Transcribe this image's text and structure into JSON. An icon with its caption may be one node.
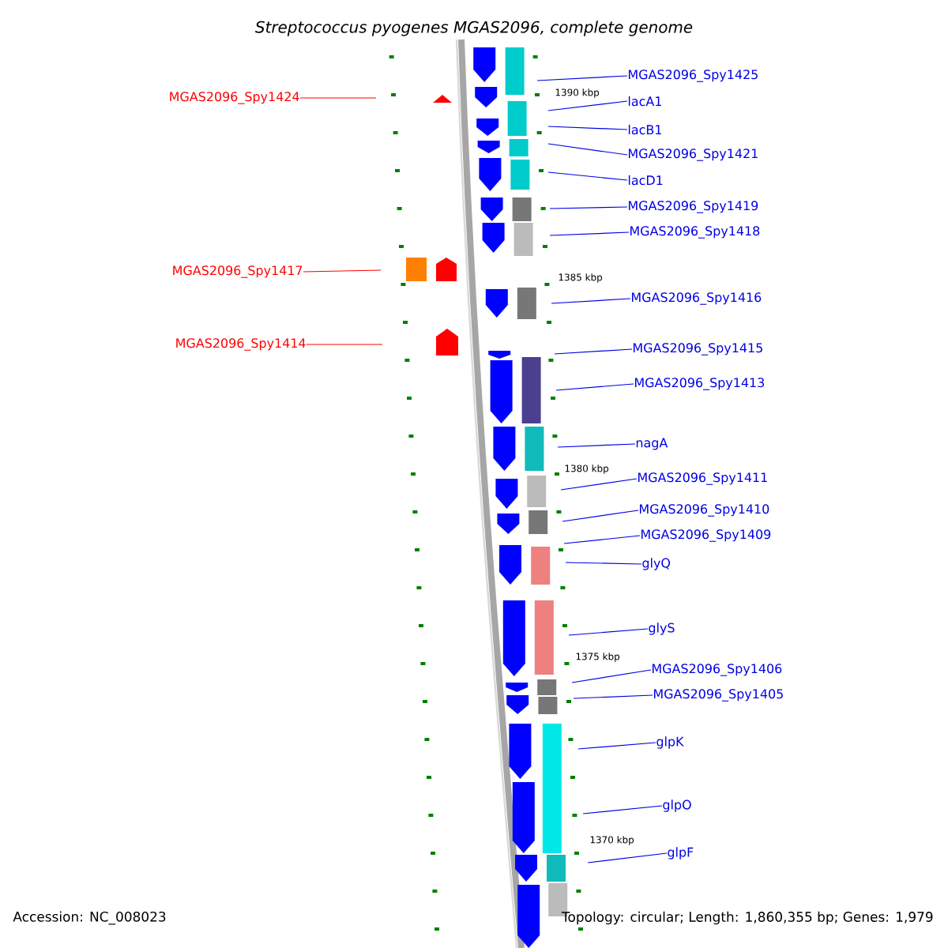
{
  "diagram": {
    "title": "Streptococcus pyogenes MGAS2096, complete genome",
    "nodes": [
      {
        "text": [
          "MGAS2096_Spy1425"
        ]
      },
      {
        "text": [
          "MGAS2096_Spy1424"
        ]
      },
      {
        "text": [
          "lacA1"
        ]
      },
      {
        "text": [
          "lacB1"
        ]
      },
      {
        "text": [
          "MGAS2096_Spy1421"
        ]
      },
      {
        "text": [
          "lacD1"
        ]
      },
      {
        "text": [
          "MGAS2096_Spy1419"
        ]
      },
      {
        "text": [
          "MGAS2096_Spy1418"
        ]
      },
      {
        "text": [
          "MGAS2096_Spy1417"
        ]
      },
      {
        "text": [
          "MGAS2096_Spy1416"
        ]
      },
      {
        "text": [
          "MGAS2096_Spy1414"
        ]
      },
      {
        "text": [
          "MGAS2096_Spy1415"
        ]
      },
      {
        "text": [
          "MGAS2096_Spy1413"
        ]
      },
      {
        "text": [
          "nagA"
        ]
      },
      {
        "text": [
          "MGAS2096_Spy1411"
        ]
      },
      {
        "text": [
          "MGAS2096_Spy1410"
        ]
      },
      {
        "text": [
          "MGAS2096_Spy1409"
        ]
      },
      {
        "text": [
          "glyQ"
        ]
      },
      {
        "text": [
          "glyS"
        ]
      },
      {
        "text": [
          "MGAS2096_Spy1406"
        ]
      },
      {
        "text": [
          "MGAS2096_Spy1405"
        ]
      },
      {
        "text": [
          "glpK"
        ]
      },
      {
        "text": [
          "glpO"
        ]
      },
      {
        "text": [
          "glpF"
        ]
      }
    ],
    "edges": [
      {
        "from": 0,
        "to": null,
        "arrow": "none"
      },
      {
        "from": 1,
        "to": null,
        "arrow": "none",
        "color": "#ff0000"
      },
      {
        "from": 2,
        "to": null,
        "arrow": "none"
      },
      {
        "from": 3,
        "to": null,
        "arrow": "none"
      },
      {
        "from": 4,
        "to": null,
        "arrow": "none"
      },
      {
        "from": 5,
        "to": null,
        "arrow": "none"
      },
      {
        "from": 6,
        "to": null,
        "arrow": "none"
      },
      {
        "from": 7,
        "to": null,
        "arrow": "none"
      },
      {
        "from": 8,
        "to": null,
        "arrow": "none",
        "color": "#ff0000"
      },
      {
        "from": 9,
        "to": null,
        "arrow": "none"
      },
      {
        "from": 10,
        "to": null,
        "arrow": "none",
        "color": "#ff0000"
      },
      {
        "from": 11,
        "to": null,
        "arrow": "none"
      },
      {
        "from": 12,
        "to": null,
        "arrow": "none"
      },
      {
        "from": 13,
        "to": null,
        "arrow": "none"
      },
      {
        "from": 14,
        "to": null,
        "arrow": "none"
      },
      {
        "from": 15,
        "to": null,
        "arrow": "none"
      },
      {
        "from": 16,
        "to": null,
        "arrow": "none"
      },
      {
        "from": 17,
        "to": null,
        "arrow": "none"
      },
      {
        "from": 18,
        "to": null,
        "arrow": "none"
      },
      {
        "from": 19,
        "to": null,
        "arrow": "none"
      },
      {
        "from": 20,
        "to": null,
        "arrow": "none"
      },
      {
        "from": 21,
        "to": null,
        "arrow": "none"
      },
      {
        "from": 22,
        "to": null,
        "arrow": "none"
      },
      {
        "from": 23,
        "to": null,
        "arrow": "none"
      }
    ],
    "labels": [
      "1390 kbp",
      "1385 kbp",
      "1380 kbp",
      "1375 kbp",
      "1370 kbp",
      "Accession: NC_008023",
      "Topology: circular; Length: 1,860,355 bp; Genes: 1,979"
    ]
  }
}
